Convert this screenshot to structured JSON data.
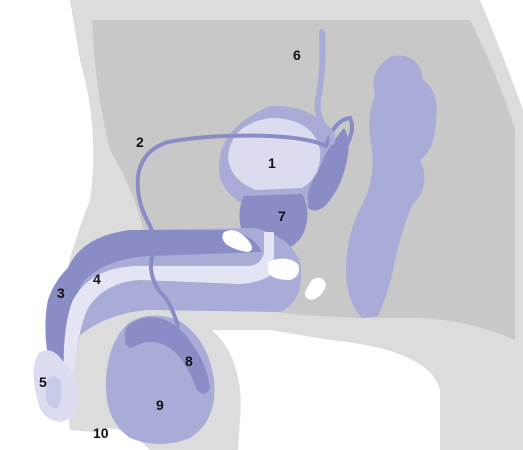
{
  "diagram": {
    "labels": [
      {
        "id": "1",
        "text": "1"
      },
      {
        "id": "2",
        "text": "2"
      },
      {
        "id": "3",
        "text": "3"
      },
      {
        "id": "4",
        "text": "4"
      },
      {
        "id": "5",
        "text": "5"
      },
      {
        "id": "6",
        "text": "6"
      },
      {
        "id": "7",
        "text": "7"
      },
      {
        "id": "8",
        "text": "8"
      },
      {
        "id": "9",
        "text": "9"
      },
      {
        "id": "10",
        "text": "10"
      }
    ],
    "colors": {
      "background": "#ffffff",
      "body_outer": "#dcdcdc",
      "body_inner": "#c8c8c8",
      "organ_light": "#dcdcf0",
      "organ_mid": "#a9acd6",
      "organ_dark": "#8a8cc6",
      "duct": "#8a8cc6",
      "urethra": "#e4e4f4",
      "label": "#111111"
    }
  }
}
